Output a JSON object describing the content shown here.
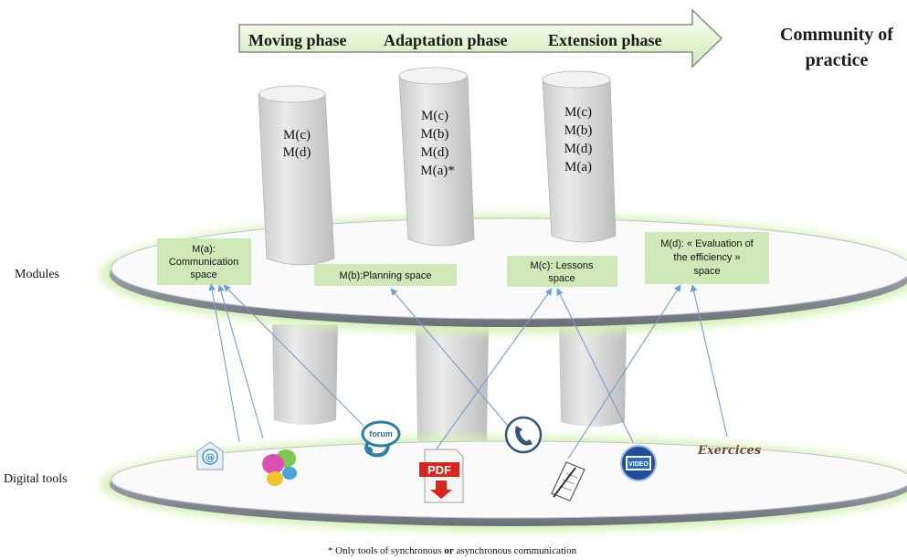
{
  "header": {
    "phases": [
      "Moving phase",
      "Adaptation phase",
      "Extension phase"
    ],
    "title_lines": [
      "Community of",
      "practice"
    ]
  },
  "side_labels": {
    "modules": "Modules",
    "tools": "Digital tools"
  },
  "columns": [
    {
      "lines": [
        "M(c)",
        "M(d)"
      ]
    },
    {
      "lines": [
        "M(c)",
        "M(b)",
        "M(d)",
        "M(a)*"
      ]
    },
    {
      "lines": [
        "M(c)",
        "M(b)",
        "M(d)",
        "M(a)"
      ]
    }
  ],
  "modules": [
    {
      "id": "a",
      "lines": [
        "M(a):",
        "Communication",
        "space"
      ]
    },
    {
      "id": "b",
      "lines": [
        "M(b):Planning space"
      ]
    },
    {
      "id": "c",
      "lines": [
        "M(c): Lessons",
        "space"
      ]
    },
    {
      "id": "d",
      "lines": [
        "M(d): « Evaluation of",
        "the efficiency »",
        "space"
      ]
    }
  ],
  "tools": [
    {
      "name": "email",
      "icon": "email-icon",
      "text": ""
    },
    {
      "name": "chat",
      "icon": "chat-bubbles-icon",
      "text": ""
    },
    {
      "name": "forum",
      "icon": "forum-icon",
      "text": "forum"
    },
    {
      "name": "pdf",
      "icon": "pdf-icon",
      "text": "PDF"
    },
    {
      "name": "phone",
      "icon": "phone-icon",
      "text": ""
    },
    {
      "name": "notepad",
      "icon": "notepad-icon",
      "text": ""
    },
    {
      "name": "video",
      "icon": "video-icon",
      "text": "VIDEO"
    },
    {
      "name": "exercises",
      "icon": "exercises-icon",
      "text": "Exercices"
    }
  ],
  "links": [
    [
      "email",
      "a"
    ],
    [
      "chat",
      "a"
    ],
    [
      "forum",
      "a"
    ],
    [
      "phone",
      "b"
    ],
    [
      "pdf",
      "c"
    ],
    [
      "video",
      "c"
    ],
    [
      "notepad",
      "d"
    ],
    [
      "exercises",
      "d"
    ]
  ],
  "footnote": {
    "pre": "* Only tools of synchronous ",
    "bold": "or",
    "post": " asynchronous communication"
  },
  "colors": {
    "arrow_fill": "#e9f7dc",
    "arrow_stroke": "#8a8a8a",
    "module_box": "#cfe8b8",
    "plate_glow": "#d6f0b4",
    "cylinder": "#d9d9d9",
    "link_line": "#6f9fd0"
  }
}
